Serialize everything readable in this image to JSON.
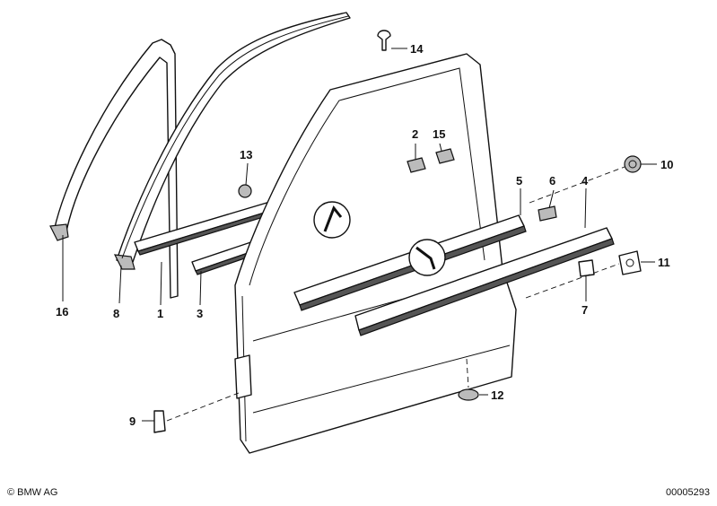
{
  "callouts": [
    {
      "id": "1",
      "label": "1"
    },
    {
      "id": "2",
      "label": "2"
    },
    {
      "id": "3",
      "label": "3"
    },
    {
      "id": "4",
      "label": "4"
    },
    {
      "id": "5",
      "label": "5"
    },
    {
      "id": "6",
      "label": "6"
    },
    {
      "id": "7",
      "label": "7"
    },
    {
      "id": "8",
      "label": "8"
    },
    {
      "id": "9",
      "label": "9"
    },
    {
      "id": "10",
      "label": "10"
    },
    {
      "id": "11",
      "label": "11"
    },
    {
      "id": "12",
      "label": "12"
    },
    {
      "id": "13",
      "label": "13"
    },
    {
      "id": "14",
      "label": "14"
    },
    {
      "id": "15",
      "label": "15"
    },
    {
      "id": "16",
      "label": "16"
    }
  ],
  "footer": {
    "copyright": "© BMW AG",
    "document_number": "00005293"
  }
}
